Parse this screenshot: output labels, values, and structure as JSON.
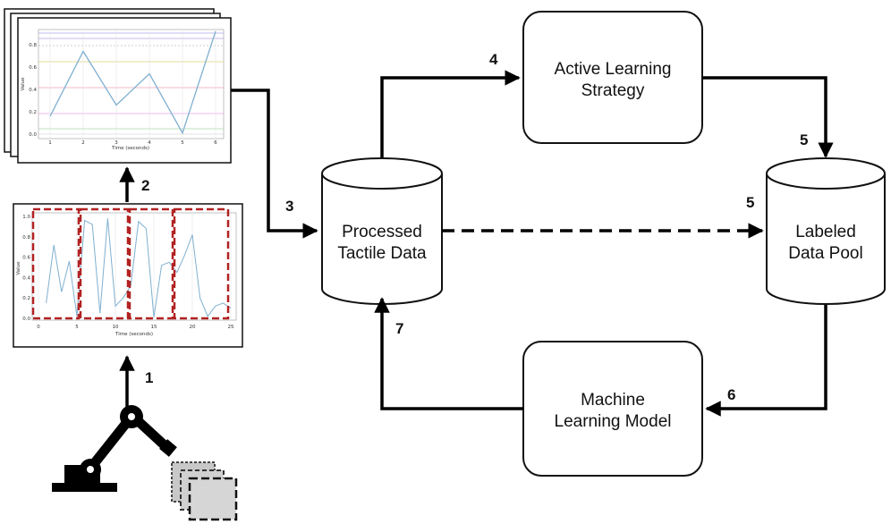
{
  "nodes": {
    "processed": {
      "line1": "Processed",
      "line2": "Tactile Data"
    },
    "pool": {
      "line1": "Labeled",
      "line2": "Data Pool"
    },
    "strategy": {
      "line1": "Active Learning",
      "line2": "Strategy"
    },
    "model": {
      "line1": "Machine",
      "line2": "Learning Model"
    }
  },
  "steps": {
    "s1": "1",
    "s2": "2",
    "s3": "3",
    "s4": "4",
    "s5a": "5",
    "s5b": "5",
    "s6": "6",
    "s7": "7"
  },
  "plot_top": {
    "xlabel": "Time (seconds)",
    "ylabel": "Value",
    "xticks": [
      "1",
      "2",
      "3",
      "4",
      "5",
      "6"
    ],
    "yticks": [
      "0.0",
      "0.2",
      "0.4",
      "0.6",
      "0.8"
    ],
    "x": [
      1,
      2,
      3,
      4,
      5,
      6
    ],
    "y": [
      0.16,
      0.74,
      0.26,
      0.54,
      0.01,
      0.92
    ]
  },
  "plot_bottom": {
    "xlabel": "Time (seconds)",
    "ylabel": "Value",
    "xticks": [
      "0",
      "5",
      "10",
      "15",
      "20",
      "25"
    ],
    "yticks": [
      "0.0",
      "0.2",
      "0.4",
      "0.6",
      "0.8",
      "1.0"
    ],
    "y": [
      0.15,
      0.72,
      0.26,
      0.56,
      0.02,
      0.96,
      0.92,
      0.05,
      0.98,
      0.12,
      0.2,
      0.32,
      0.95,
      0.88,
      0.01,
      0.52,
      0.55,
      0.45,
      0.62,
      0.82,
      0.2,
      0.02,
      0.12,
      0.15,
      0.1
    ]
  }
}
